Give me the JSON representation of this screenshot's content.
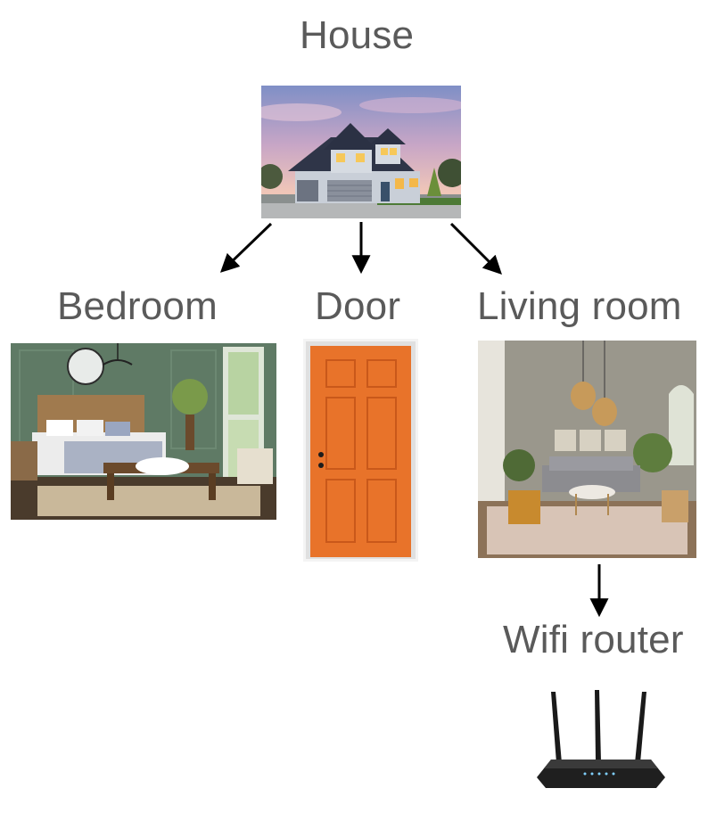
{
  "nodes": {
    "house": {
      "label": "House",
      "icon": "house-photo"
    },
    "bedroom": {
      "label": "Bedroom",
      "icon": "bedroom-photo"
    },
    "door": {
      "label": "Door",
      "icon": "door-photo",
      "color": "#e8732a"
    },
    "living_room": {
      "label": "Living room",
      "icon": "living-room-photo"
    },
    "wifi_router": {
      "label": "Wifi router",
      "icon": "wifi-router-photo"
    }
  },
  "edges": [
    {
      "from": "House",
      "to": "Bedroom"
    },
    {
      "from": "House",
      "to": "Door"
    },
    {
      "from": "House",
      "to": "Living room"
    },
    {
      "from": "Living room",
      "to": "Wifi router"
    }
  ],
  "colors": {
    "label_text": "#5a5a5a",
    "arrow": "#000000"
  }
}
